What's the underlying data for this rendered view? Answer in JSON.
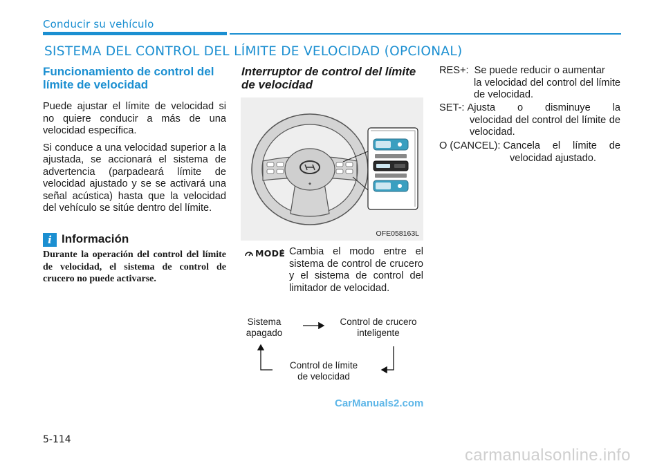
{
  "header": {
    "section": "Conducir su vehículo",
    "title": "SISTEMA DEL CONTROL DEL LÍMITE DE VELOCIDAD (OPCIONAL)"
  },
  "left": {
    "heading_line1": "Funcionamiento de control del",
    "heading_line2": "límite de velocidad",
    "para1": "Puede ajustar el límite de velocidad si no quiere conducir a más de una velocidad específica.",
    "para2": "Si conduce a una velocidad superior a la ajustada, se accionará el sistema de advertencia (parpadeará límite de velocidad ajustado y se se activará una señal acústica) hasta que la velocidad del vehículo se sitúe dentro del límite.",
    "info_icon": "i",
    "info_title": "Información",
    "info_text": "Durante la operación del control del límite de velocidad, el sistema de control de crucero no puede activarse."
  },
  "middle": {
    "heading_line1": "Interruptor de control del límite",
    "heading_line2": "de velocidad",
    "figure_code": "OFE058163L",
    "mode_icon_label": "MODE",
    "mode_colon": ":",
    "mode_text": "Cambia el modo entre el sistema de control de crucero y el sistema de control del limitador de velocidad.",
    "diagram": {
      "off_line1": "Sistema",
      "off_line2": "apagado",
      "cruise_line1": "Control de crucero",
      "cruise_line2": "inteligente",
      "limit_line1": "Control de límite",
      "limit_line2": "de velocidad"
    }
  },
  "right": {
    "res_label": "RES+:",
    "res_text1": "Se puede reducir o aumentar",
    "res_text2": "la velocidad del control del límite de velocidad.",
    "set_label": "SET-:",
    "set_text1": "Ajusta o disminuye la",
    "set_text2": "velocidad del control del límite de velocidad.",
    "cancel_label": "O (CANCEL):",
    "cancel_text1": "Cancela el límite de",
    "cancel_text2": "velocidad ajustado."
  },
  "footer": {
    "page_number": "5-114",
    "watermark1": "CarManuals2.com",
    "watermark2": "carmanualsonline.info"
  },
  "colors": {
    "accent": "#1b8fd1",
    "switch_button": "#3a9fc0"
  }
}
